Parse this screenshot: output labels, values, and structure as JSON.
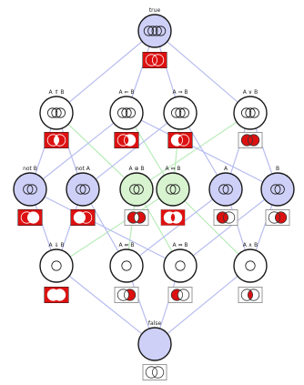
{
  "colors": {
    "edge_blue": "#b8bdf0",
    "edge_green": "#b8ecb8",
    "fill_blue": "#cfd0f8",
    "fill_green": "#d8f3d0",
    "fill_white": "#ffffff",
    "stroke": "#1a1a1a",
    "red": "#dd1111",
    "venn_light_border": "#999999"
  },
  "nodes": [
    {
      "id": "top",
      "label": "true",
      "fill": "blue",
      "inner": 4
    },
    {
      "id": "r1a",
      "label": "A ⇑ B",
      "fill": "white",
      "inner": 3
    },
    {
      "id": "r1b",
      "label": "A ⇐ B",
      "fill": "white",
      "inner": 3
    },
    {
      "id": "r1c",
      "label": "A ⇒ B",
      "fill": "white",
      "inner": 3
    },
    {
      "id": "r1d",
      "label": "A ∨ B",
      "fill": "white",
      "inner": 3
    },
    {
      "id": "r2a",
      "label": "not B",
      "fill": "blue",
      "inner": 2
    },
    {
      "id": "r2b",
      "label": "not A",
      "fill": "blue",
      "inner": 2
    },
    {
      "id": "r2c",
      "label": "A ⊕ B",
      "fill": "green",
      "inner": 2
    },
    {
      "id": "r2d",
      "label": "A ⇔ B",
      "fill": "green",
      "inner": 2
    },
    {
      "id": "r2e",
      "label": "A",
      "fill": "blue",
      "inner": 2
    },
    {
      "id": "r2f",
      "label": "B",
      "fill": "blue",
      "inner": 2
    },
    {
      "id": "r3a",
      "label": "A ⇓ B",
      "fill": "white",
      "inner": 1
    },
    {
      "id": "r3b",
      "label": "A ⇍ B",
      "fill": "white",
      "inner": 1
    },
    {
      "id": "r3c",
      "label": "A ⇏ B",
      "fill": "white",
      "inner": 1
    },
    {
      "id": "r3d",
      "label": "A ∧ B",
      "fill": "white",
      "inner": 1
    },
    {
      "id": "bot",
      "label": "false",
      "fill": "blue",
      "inner": 0
    }
  ],
  "venns": [
    {
      "node": "top",
      "pattern": "all"
    },
    {
      "node": "r1a",
      "pattern": "nand"
    },
    {
      "node": "r1b",
      "pattern": "converse"
    },
    {
      "node": "r1c",
      "pattern": "implies"
    },
    {
      "node": "r1d",
      "pattern": "or"
    },
    {
      "node": "r2a",
      "pattern": "notB"
    },
    {
      "node": "r2b",
      "pattern": "notA"
    },
    {
      "node": "r2c",
      "pattern": "xor"
    },
    {
      "node": "r2d",
      "pattern": "xnor"
    },
    {
      "node": "r2e",
      "pattern": "A"
    },
    {
      "node": "r2f",
      "pattern": "B"
    },
    {
      "node": "r3a",
      "pattern": "nor"
    },
    {
      "node": "r3b",
      "pattern": "nconverse"
    },
    {
      "node": "r3c",
      "pattern": "nimplies"
    },
    {
      "node": "r3d",
      "pattern": "and"
    },
    {
      "node": "bot",
      "pattern": "none"
    }
  ],
  "edges_blue": [
    [
      "top",
      "r1a"
    ],
    [
      "top",
      "r1b"
    ],
    [
      "top",
      "r1c"
    ],
    [
      "top",
      "r1d"
    ],
    [
      "r1a",
      "r2a"
    ],
    [
      "r1a",
      "r2b"
    ],
    [
      "r1b",
      "r2a"
    ],
    [
      "r1b",
      "r2f"
    ],
    [
      "r1c",
      "r2b"
    ],
    [
      "r1c",
      "r2e"
    ],
    [
      "r1d",
      "r2e"
    ],
    [
      "r1d",
      "r2f"
    ],
    [
      "r2a",
      "r3a"
    ],
    [
      "r2a",
      "r3c"
    ],
    [
      "r2b",
      "r3a"
    ],
    [
      "r2b",
      "r3b"
    ],
    [
      "r2e",
      "r3b"
    ],
    [
      "r2e",
      "r3d"
    ],
    [
      "r2f",
      "r3c"
    ],
    [
      "r2f",
      "r3d"
    ],
    [
      "r3a",
      "bot"
    ],
    [
      "r3b",
      "bot"
    ],
    [
      "r3c",
      "bot"
    ],
    [
      "r3d",
      "bot"
    ]
  ],
  "edges_green": [
    [
      "r1a",
      "r2c"
    ],
    [
      "r1b",
      "r2d"
    ],
    [
      "r1c",
      "r2d"
    ],
    [
      "r1d",
      "r2c"
    ],
    [
      "r2c",
      "r3b"
    ],
    [
      "r2c",
      "r3c"
    ],
    [
      "r2d",
      "r3a"
    ],
    [
      "r2d",
      "r3d"
    ]
  ]
}
